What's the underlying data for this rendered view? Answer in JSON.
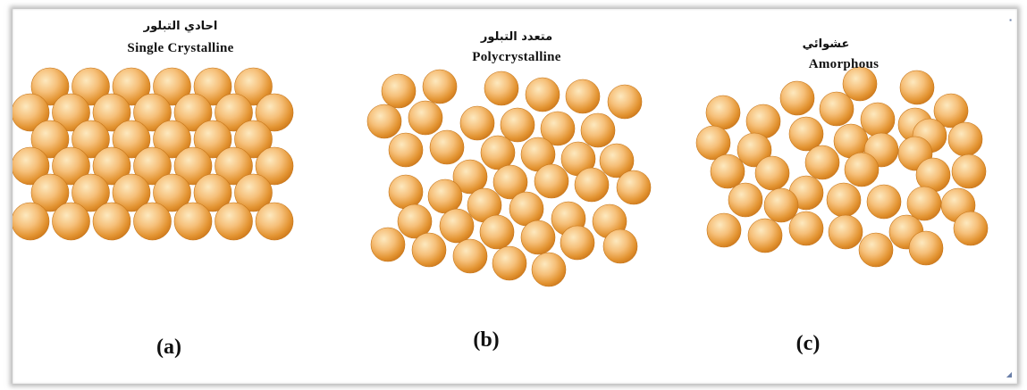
{
  "panels": [
    {
      "arabic": "احادي التبلور",
      "english": "Single Crystalline",
      "letter": "(a)"
    },
    {
      "arabic": "متعدد التبلور",
      "english": "Polycrystalline",
      "letter": "(b)"
    },
    {
      "arabic": "عشوائي",
      "english": "Amorphous",
      "letter": "(c)"
    }
  ],
  "colors": {
    "atom_light": "#fde9bf",
    "atom_mid": "#f3b25e",
    "atom_dark": "#d98320",
    "atom_edge": "#c47419"
  }
}
